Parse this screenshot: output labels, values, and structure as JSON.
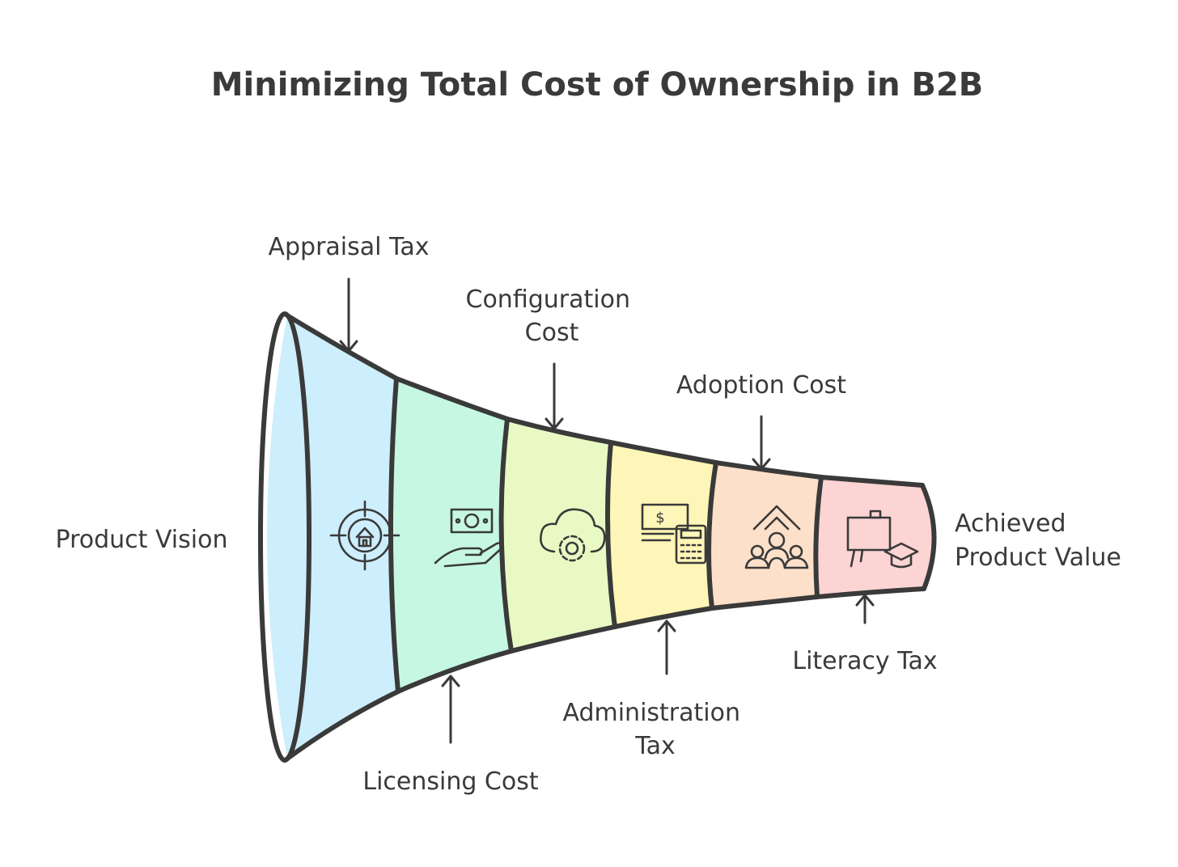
{
  "title": "Minimizing Total Cost of Ownership in B2B",
  "start_label": "Product Vision",
  "end_label": [
    "Achieved",
    "Product Value"
  ],
  "top_labels": [
    [
      "Appraisal Tax"
    ],
    [
      "Configuration",
      "Cost"
    ],
    [
      "Adoption Cost"
    ]
  ],
  "bottom_labels": [
    [
      "Licensing Cost"
    ],
    [
      "Administration",
      "Tax"
    ],
    [
      "Literacy Tax"
    ]
  ],
  "stages": [
    {
      "color": "#cdeefc",
      "icon": "target-house-icon"
    },
    {
      "color": "#c6f7e3",
      "icon": "hand-money-icon"
    },
    {
      "color": "#e9f9c4",
      "icon": "cloud-gear-icon"
    },
    {
      "color": "#fdf6b8",
      "icon": "money-calculator-icon"
    },
    {
      "color": "#fde0c9",
      "icon": "team-growth-icon"
    },
    {
      "color": "#fcd4d4",
      "icon": "training-board-icon"
    }
  ],
  "outline_color": "#3a3a3a"
}
